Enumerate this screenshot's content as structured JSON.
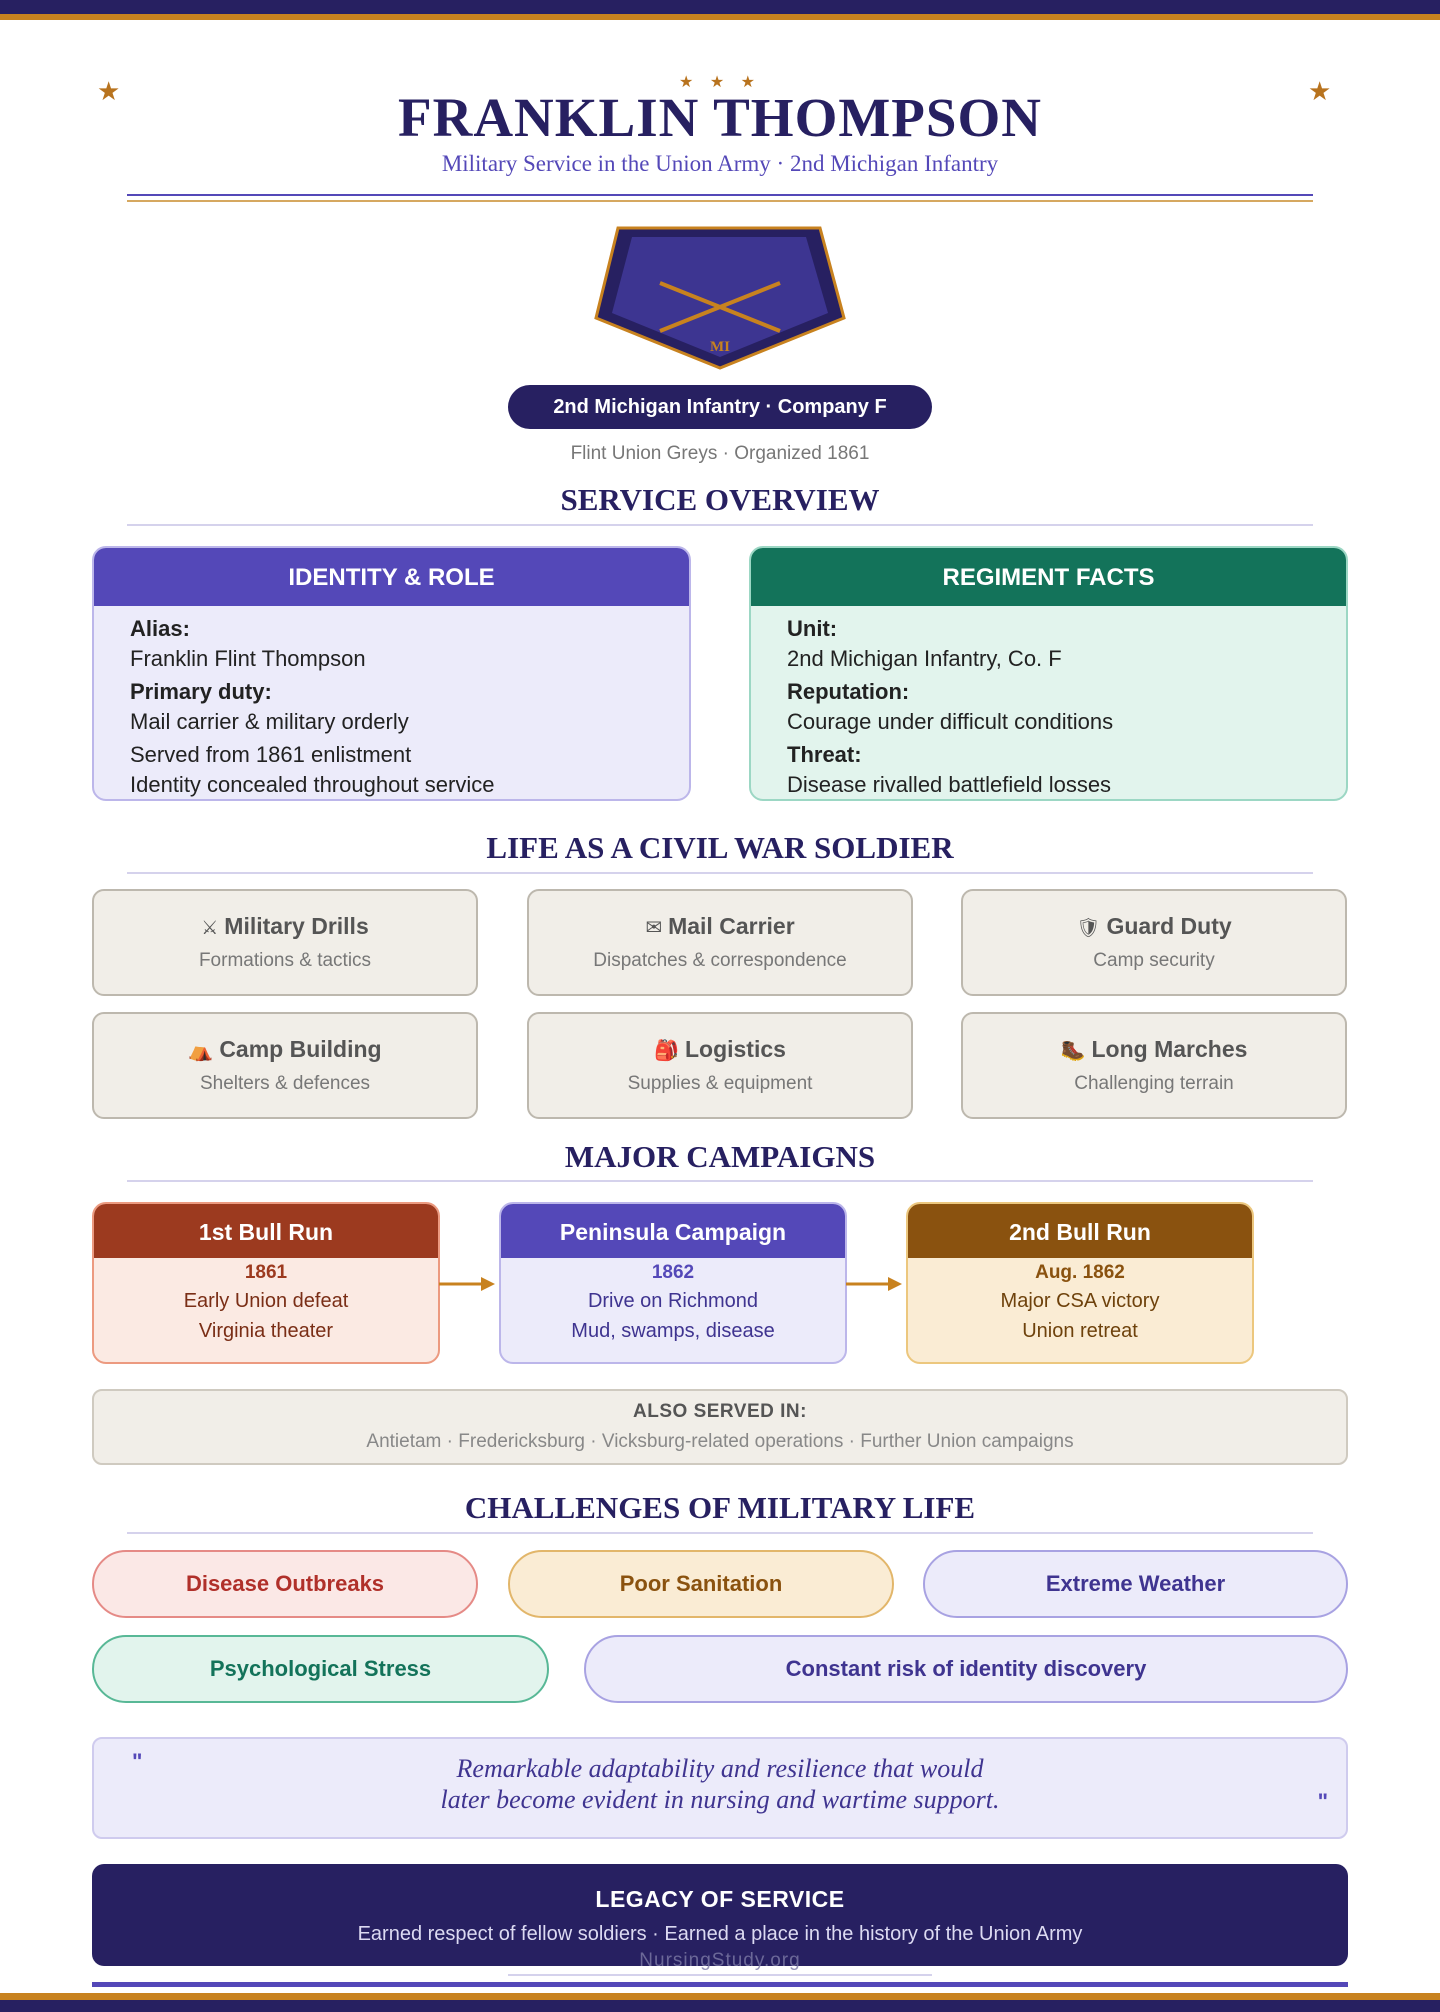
{
  "header": {
    "stars": "★ ★ ★",
    "corner_star": "★",
    "title": "FRANKLIN THOMPSON",
    "subtitle": "Military Service in the Union Army · 2nd Michigan Infantry"
  },
  "badge": {
    "initials": "MI",
    "unit": "2nd Michigan Infantry · Company F",
    "unit_sub": "Flint Union Greys · Organized 1861"
  },
  "overview": {
    "title": "SERVICE OVERVIEW",
    "identity": {
      "heading": "IDENTITY & ROLE",
      "alias_label": "Alias:",
      "alias_value": "Franklin Flint Thompson",
      "duty_label": "Primary duty:",
      "duty_value": "Mail carrier & military orderly",
      "line1": "Served from 1861 enlistment",
      "line2": "Identity concealed throughout service"
    },
    "regiment": {
      "heading": "REGIMENT FACTS",
      "unit_label": "Unit:",
      "unit_value": "2nd Michigan Infantry, Co. F",
      "reputation_label": "Reputation:",
      "reputation_value": "Courage under difficult conditions",
      "threat_label": "Threat:",
      "threat_value": "Disease rivalled battlefield losses"
    }
  },
  "life": {
    "title": "LIFE AS A CIVIL WAR SOLDIER",
    "tiles": [
      {
        "icon": "⚔",
        "icon_name": "crossed-swords-icon",
        "title": "Military Drills",
        "sub": "Formations & tactics"
      },
      {
        "icon": "✉",
        "icon_name": "envelope-icon",
        "title": "Mail Carrier",
        "sub": "Dispatches & correspondence"
      },
      {
        "icon": "🛡",
        "icon_name": "shield-icon",
        "title": "Guard Duty",
        "sub": "Camp security"
      },
      {
        "icon": "⛺",
        "icon_name": "tent-icon",
        "title": "Camp Building",
        "sub": "Shelters & defences"
      },
      {
        "icon": "🎒",
        "icon_name": "backpack-icon",
        "title": "Logistics",
        "sub": "Supplies & equipment"
      },
      {
        "icon": "🥾",
        "icon_name": "boot-icon",
        "title": "Long Marches",
        "sub": "Challenging terrain"
      }
    ]
  },
  "campaigns": {
    "title": "MAJOR CAMPAIGNS",
    "items": [
      {
        "name": "1st Bull Run",
        "year": "1861",
        "line1": "Early Union defeat",
        "line2": "Virginia theater"
      },
      {
        "name": "Peninsula Campaign",
        "year": "1862",
        "line1": "Drive on Richmond",
        "line2": "Mud, swamps, disease"
      },
      {
        "name": "2nd Bull Run",
        "year": "Aug. 1862",
        "line1": "Major CSA victory",
        "line2": "Union retreat"
      }
    ],
    "also_title": "ALSO SERVED IN:",
    "also_text": "Antietam · Fredericksburg · Vicksburg-related operations · Further Union campaigns"
  },
  "challenges": {
    "title": "CHALLENGES OF MILITARY LIFE",
    "items": [
      "Disease Outbreaks",
      "Poor Sanitation",
      "Extreme Weather",
      "Psychological Stress",
      "Constant risk of identity discovery"
    ]
  },
  "quote": {
    "open": "\"",
    "close": "\"",
    "line1": "Remarkable adaptability and resilience that would",
    "line2": "later become evident in nursing and wartime support."
  },
  "legacy": {
    "title": "LEGACY OF SERVICE",
    "text": "Earned respect of fellow soldiers · Earned a place in the history of the Union Army",
    "watermark": "NursingStudy.org"
  },
  "colors": {
    "navy": "#272061",
    "purple": "#5448b8",
    "gold": "#c8821f",
    "green": "#13735a",
    "rust": "#9c3a1f",
    "brown": "#8a520f"
  }
}
